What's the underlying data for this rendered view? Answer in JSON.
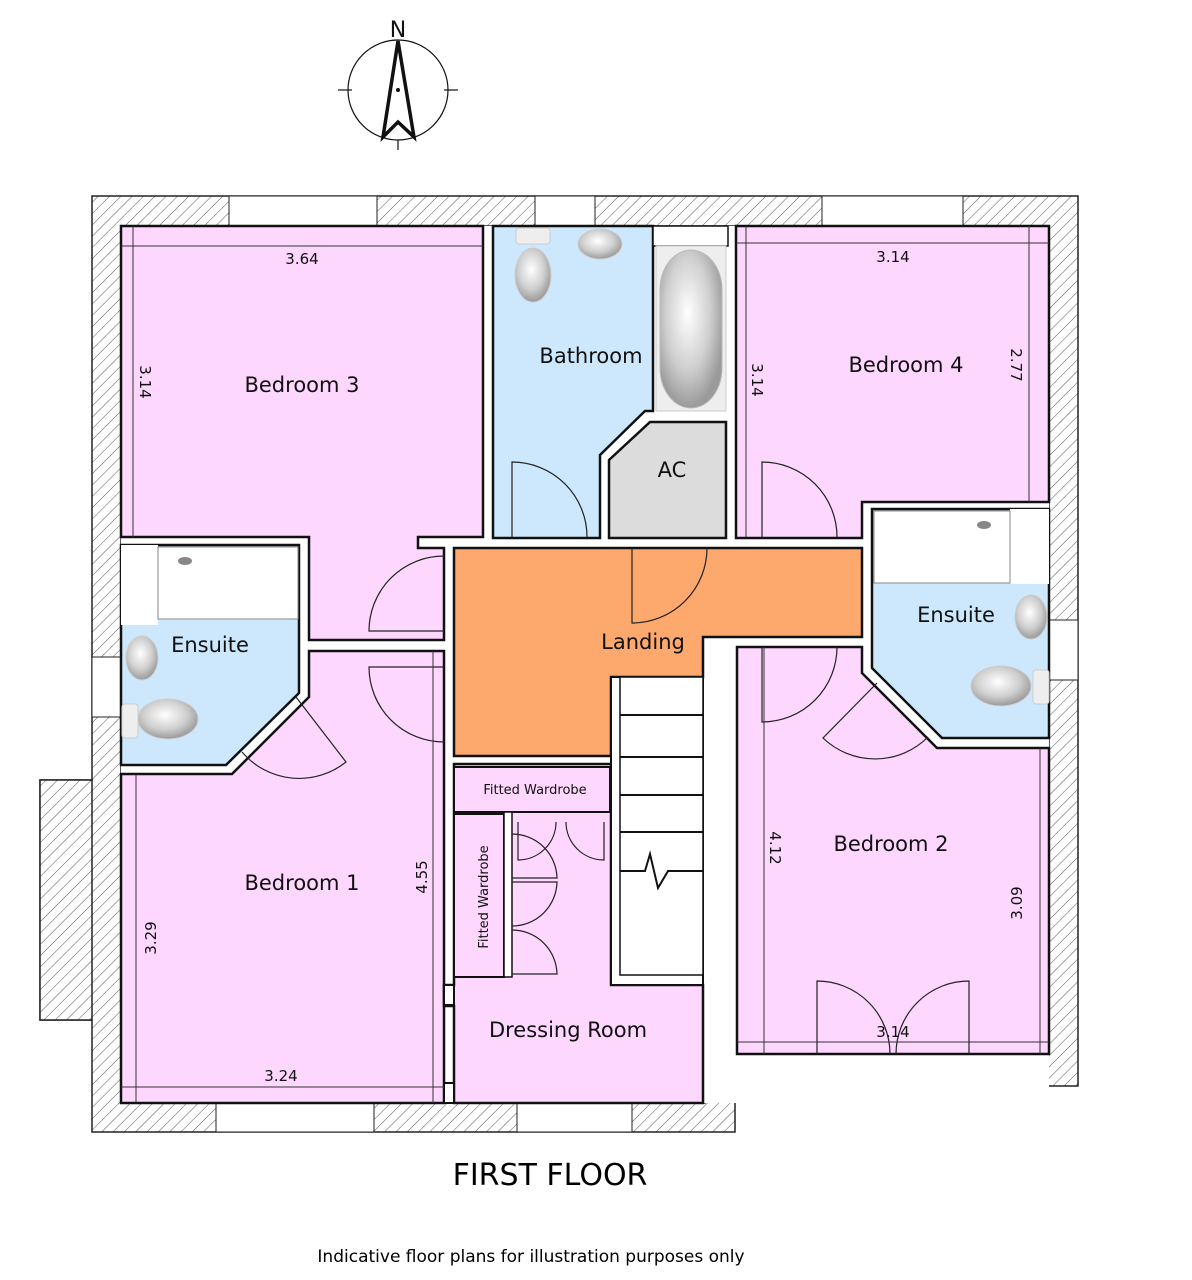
{
  "plan": {
    "title": "FIRST FLOOR",
    "footnote": "Indicative floor plans for illustration purposes only",
    "compass_label": "N",
    "colors": {
      "bedroom": "#fdd7fd",
      "wet_room": "#cde8fc",
      "landing": "#fda96d",
      "cupboard": "#dcdcdc",
      "wall_outline": "#222222"
    }
  },
  "rooms": {
    "bedroom3": {
      "name": "Bedroom 3",
      "width": "3.64",
      "depth": "3.14"
    },
    "bathroom": {
      "name": "Bathroom"
    },
    "ac": {
      "name": "AC"
    },
    "bedroom4": {
      "name": "Bedroom 4",
      "width": "3.14",
      "depth_left": "3.14",
      "depth_right": "2.77"
    },
    "ensuite_left": {
      "name": "Ensuite"
    },
    "ensuite_right": {
      "name": "Ensuite"
    },
    "landing": {
      "name": "Landing"
    },
    "bedroom1": {
      "name": "Bedroom 1",
      "width": "3.24",
      "depth_left": "3.29",
      "depth_right": "4.55"
    },
    "wardrobe_top": {
      "name": "Fitted Wardrobe"
    },
    "wardrobe_side": {
      "name": "Fitted Wardrobe"
    },
    "dressing": {
      "name": "Dressing Room"
    },
    "bedroom2": {
      "name": "Bedroom 2",
      "width": "3.14",
      "depth_left": "4.12",
      "depth_right": "3.09"
    }
  }
}
